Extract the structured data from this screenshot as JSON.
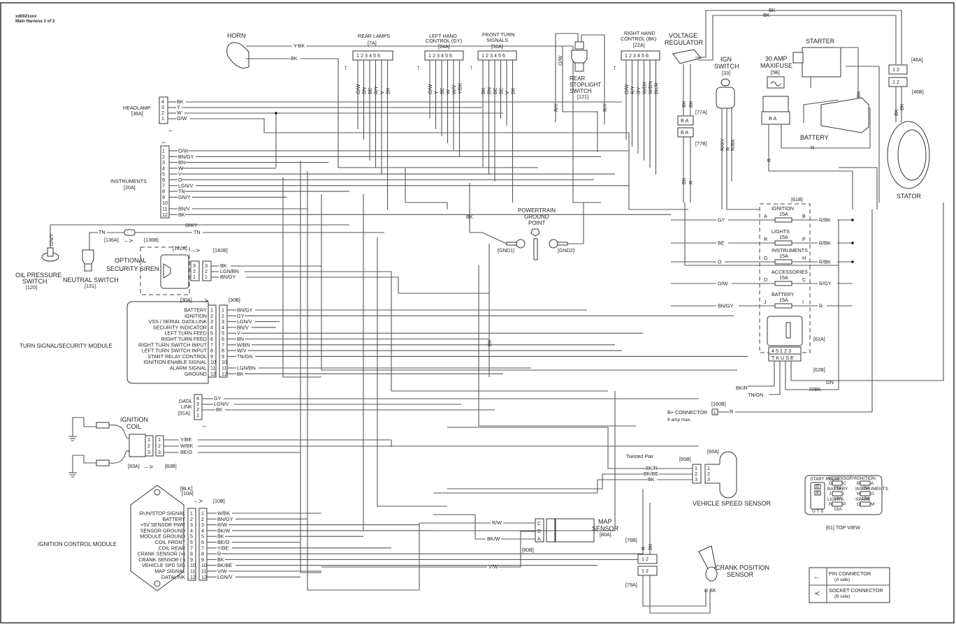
{
  "header": {
    "doc_id": "xd0021xxx",
    "subtitle": "Main Harness 1 of 2"
  },
  "components": {
    "horn": {
      "label": "HORN",
      "wires": [
        "Y-BK",
        "BK"
      ]
    },
    "headlamp": {
      "label": "HEADLAMP",
      "conn": "[38A]",
      "pins": [
        "4",
        "3",
        "2",
        "1"
      ],
      "wires": [
        "BK",
        "Y",
        "W",
        "O/W"
      ]
    },
    "rear_lamps": {
      "label": "REAR LAMPS",
      "conn": "[7A]",
      "pins": "1 2 3 4 5 6",
      "wires": [
        "O/W",
        "BN",
        "BE",
        "R/Y",
        "V",
        "BK"
      ]
    },
    "left_hand_control": {
      "label1": "LEFT HAND",
      "label2": "CONTROL (GY)",
      "conn": "[24A]",
      "pins": "1 2 3 4 5 6",
      "wires": [
        "O/W",
        "Y",
        "BE",
        "W",
        "W/V",
        "Y/BK"
      ]
    },
    "front_turn": {
      "label1": "FRONT TURN",
      "label2": "SIGNALS",
      "conn": "[31A]",
      "pins": "1 2 3 4 5 6",
      "wires": [
        "BK",
        "BN",
        "BE",
        "BE",
        "V",
        "BK"
      ]
    },
    "rear_stoplight": {
      "label1": "REAR",
      "label2": "STOPLIGHT",
      "label3": "SWITCH",
      "conn": "[121]",
      "wires": [
        "O/W",
        "R/Y",
        "R/Y"
      ]
    },
    "right_hand_control": {
      "label1": "RIGHT HAND",
      "label2": "CONTROL (BK)",
      "conn": "[22A]",
      "pins": "1 2 3 4 5 6",
      "wires": [
        "O/W",
        "R/Y",
        "GY",
        "W/BK",
        "W/BN",
        "BK/R"
      ]
    },
    "voltage_regulator": {
      "label1": "VOLTAGE",
      "label2": "REGULATOR",
      "wires": [
        "BK",
        "BK"
      ],
      "conn_a": "[77A]",
      "conn_b": "[77B]",
      "pins": "B A",
      "lower_wires": [
        "BK",
        "R"
      ]
    },
    "ign_switch": {
      "label1": "IGN",
      "label2": "SWITCH",
      "conn": "[33]",
      "wires": [
        "R/GY",
        "R",
        "R/BK"
      ]
    },
    "maxifuse": {
      "label1": "30 AMP",
      "label2": "MAXIFUSE",
      "conn": "[5B]",
      "pins": "B A",
      "wire": "R"
    },
    "starter": {
      "label": "STARTER",
      "wire": "BK"
    },
    "battery": {
      "label": "BATTERY",
      "wire": "R"
    },
    "stator": {
      "label": "STATOR",
      "conn_a": "[46A]",
      "conn_b": "[46B]",
      "pins": "1 2",
      "wires": [
        "BK",
        "BK"
      ],
      "top_wires": [
        "BK",
        "BK"
      ]
    },
    "instruments": {
      "label": "INSTRUMENTS",
      "conn": "[20A]",
      "pins": [
        "1",
        "2",
        "3",
        "4",
        "5",
        "6",
        "7",
        "8",
        "9",
        "10",
        "11",
        "12"
      ],
      "wires": [
        "O/W",
        "BN/GY",
        "BN",
        "W",
        "V",
        "O",
        "LGN/V",
        "TN",
        "GN/Y",
        "",
        "BN/V",
        "BK"
      ]
    },
    "oil_pressure": {
      "label1": "OIL PRESSURE",
      "label2": "SWITCH",
      "conn": "[120]",
      "wire": "GN/Y"
    },
    "neutral_switch": {
      "label": "NEUTRAL SWITCH",
      "conn": "[131]",
      "wire": "TN"
    },
    "run_wires": {
      "gny": "GN/Y",
      "tn": "TN",
      "c136a": "[136A]",
      "c136b": "[136B]"
    },
    "siren": {
      "label1": "OPTIONAL",
      "label2": "SECURITY SIREN",
      "conn_a": "[142A]",
      "conn_b": "[142B]",
      "pins": [
        "3",
        "2",
        "1"
      ],
      "wires": [
        "BK",
        "LGN/BN",
        "BN/GY"
      ]
    },
    "powertrain_ground": {
      "label1": "POWERTRAIN",
      "label2": "GROUND",
      "label3": "POINT",
      "gnd1": "[GND1]",
      "gnd2": "[GND2]",
      "wire": "BK"
    },
    "turn_module": {
      "label": "TURN SIGNAL/SECURITY MODULE",
      "conn_a": "[30A]",
      "conn_b": "[30B]",
      "functions": [
        "BATTERY",
        "IGNITION",
        "VSS / SERIAL DATA LINK",
        "SECURITY INDICATOR",
        "LEFT TURN FEED",
        "RIGHT TURN FEED",
        "RIGHT TURN SWITCH INPUT",
        "LEFT TURN SWITCH INPUT",
        "START RELAY CONTROL",
        "IGNITION ENABLE SIGNAL",
        "ALARM SIGNAL",
        "GROUND"
      ],
      "pins": [
        "1",
        "2",
        "3",
        "4",
        "5",
        "6",
        "7",
        "8",
        "9",
        "10",
        "11",
        "12"
      ],
      "wires": [
        "BN/GY",
        "GY",
        "LGN/V",
        "BN/V",
        "V",
        "BN",
        "W/BN",
        "W/V",
        "TN/GN",
        "",
        "LGN/BN",
        "BK"
      ]
    },
    "data_link": {
      "label1": "DATA",
      "label2": "LINK",
      "conn": "[91A]",
      "pins": [
        "4",
        "3",
        "2",
        "1"
      ],
      "wires": [
        "GY",
        "LGN/V",
        "BK",
        ""
      ]
    },
    "ignition_coil": {
      "label1": "IGNITION",
      "label2": "COIL",
      "conn_a": "[83A]",
      "conn_b": "[83B]",
      "pins": [
        "1",
        "2",
        "3"
      ],
      "wires": [
        "Y/BE",
        "W/BK",
        "BE/O"
      ]
    },
    "icm": {
      "label": "IGNITION CONTROL MODULE",
      "conn_color": "[BLK]",
      "conn_a": "[10A]",
      "conn_b": "[10B]",
      "functions": [
        "RUN/STOP SIGNAL",
        "BATTERY",
        "+5V SENSOR PWR",
        "SENSOR GROUND",
        "MODULE GROUND",
        "COIL FRONT",
        "COIL REAR",
        "CRANK SENSOR (+)",
        "CRANK SENSOR (-)",
        "VEHICLE SPD SIG",
        "MAP SIGNAL",
        "DATALINK"
      ],
      "pins": [
        "1",
        "2",
        "3",
        "4",
        "5",
        "6",
        "7",
        "8",
        "9",
        "10",
        "11",
        "12"
      ],
      "wires": [
        "W/BK",
        "BN/GY",
        "R/W",
        "BK/W",
        "BK",
        "BE/O",
        "Y/BE",
        "R",
        "BK",
        "BK/BE",
        "V/W",
        "LGN/V"
      ]
    },
    "fuse_block": {
      "conn": "[61B]",
      "relay_conn_a": "[62A]",
      "relay_conn_b": "[62B]",
      "fuses": [
        {
          "name": "IGNITION",
          "rating": "15A",
          "in_pin": "A",
          "out_pin": "B",
          "in_wire": "GY",
          "out_wire": "R/BK"
        },
        {
          "name": "LIGHTS",
          "rating": "15A",
          "in_pin": "R",
          "out_pin": "P",
          "in_wire": "BE",
          "out_wire": "R/BK"
        },
        {
          "name": "INSTRUMENTS",
          "rating": "15A",
          "in_pin": "G",
          "out_pin": "H",
          "in_wire": "O",
          "out_wire": "R/BK"
        },
        {
          "name": "ACCESSORIES",
          "rating": "15A",
          "in_pin": "D",
          "out_pin": "C",
          "in_wire": "O/W",
          "out_wire": "R/GY"
        },
        {
          "name": "BATTERY",
          "rating": "15A",
          "in_pin": "J",
          "out_pin": "I",
          "in_wire": "BN/GY",
          "out_wire": "R"
        }
      ],
      "relay_pins": "4 5 1 2 3",
      "relay_letters": "T K U S E",
      "relay_wires": [
        "BK/R",
        "TN/GN",
        "R/BK",
        "GN"
      ]
    },
    "bplus": {
      "conn": "[160B]",
      "label": "B+ CONNECTOR",
      "pin": "1",
      "wire": "R",
      "note": "9 amp max."
    },
    "vss": {
      "label": "VEHICLE SPEED SENSOR",
      "twisted": "Twisted Pair",
      "conn_a": "[65A]",
      "conn_b": "[65B]",
      "pins": [
        "1",
        "2",
        "3"
      ],
      "wires": [
        "BK/R",
        "BK/BE",
        "BK"
      ]
    },
    "map_sensor": {
      "label1": "MAP",
      "label2": "SENSOR",
      "conn": "[80A]",
      "conn_b": "[80B]",
      "pins": [
        "C",
        "B",
        "A"
      ],
      "wires": [
        "R/W",
        "BK/W",
        "V/W"
      ]
    },
    "crank_sensor": {
      "label1": "CRANK POSITION",
      "label2": "SENSOR",
      "conn_a": "[79A]",
      "conn_b": "[79B]",
      "pins": "1 2",
      "wires": [
        "R",
        "BK"
      ],
      "bottom": "R BK"
    },
    "fuse_top_view": {
      "caption": "[61] TOP VIEW",
      "start_relay": "START RELAY",
      "relay_letters": [
        "E",
        "K"
      ],
      "relay_bottom": "U T S",
      "fuses": [
        {
          "name": "ACCESSORY",
          "left": "D",
          "right": "C",
          "rating": "15A"
        },
        {
          "name": "BATTERY",
          "left": "J",
          "right": "I",
          "rating": "15A"
        },
        {
          "name": "LIGHTS",
          "left": "R",
          "right": "P",
          "rating": "15A"
        },
        {
          "name": "IGNITION",
          "left": "B",
          "right": "A",
          "rating": "15A"
        },
        {
          "name": "INSTRUMENTS",
          "left": "H",
          "right": "G",
          "rating": "15A"
        },
        {
          "name": "SPARE",
          "left": "O",
          "right": "M",
          "rating": ""
        }
      ]
    },
    "legend": {
      "pin_label": "PIN CONNECTOR",
      "pin_sub": "(A side)",
      "socket_label": "SOCKET CONNECTOR",
      "socket_sub": "(B side)"
    }
  }
}
